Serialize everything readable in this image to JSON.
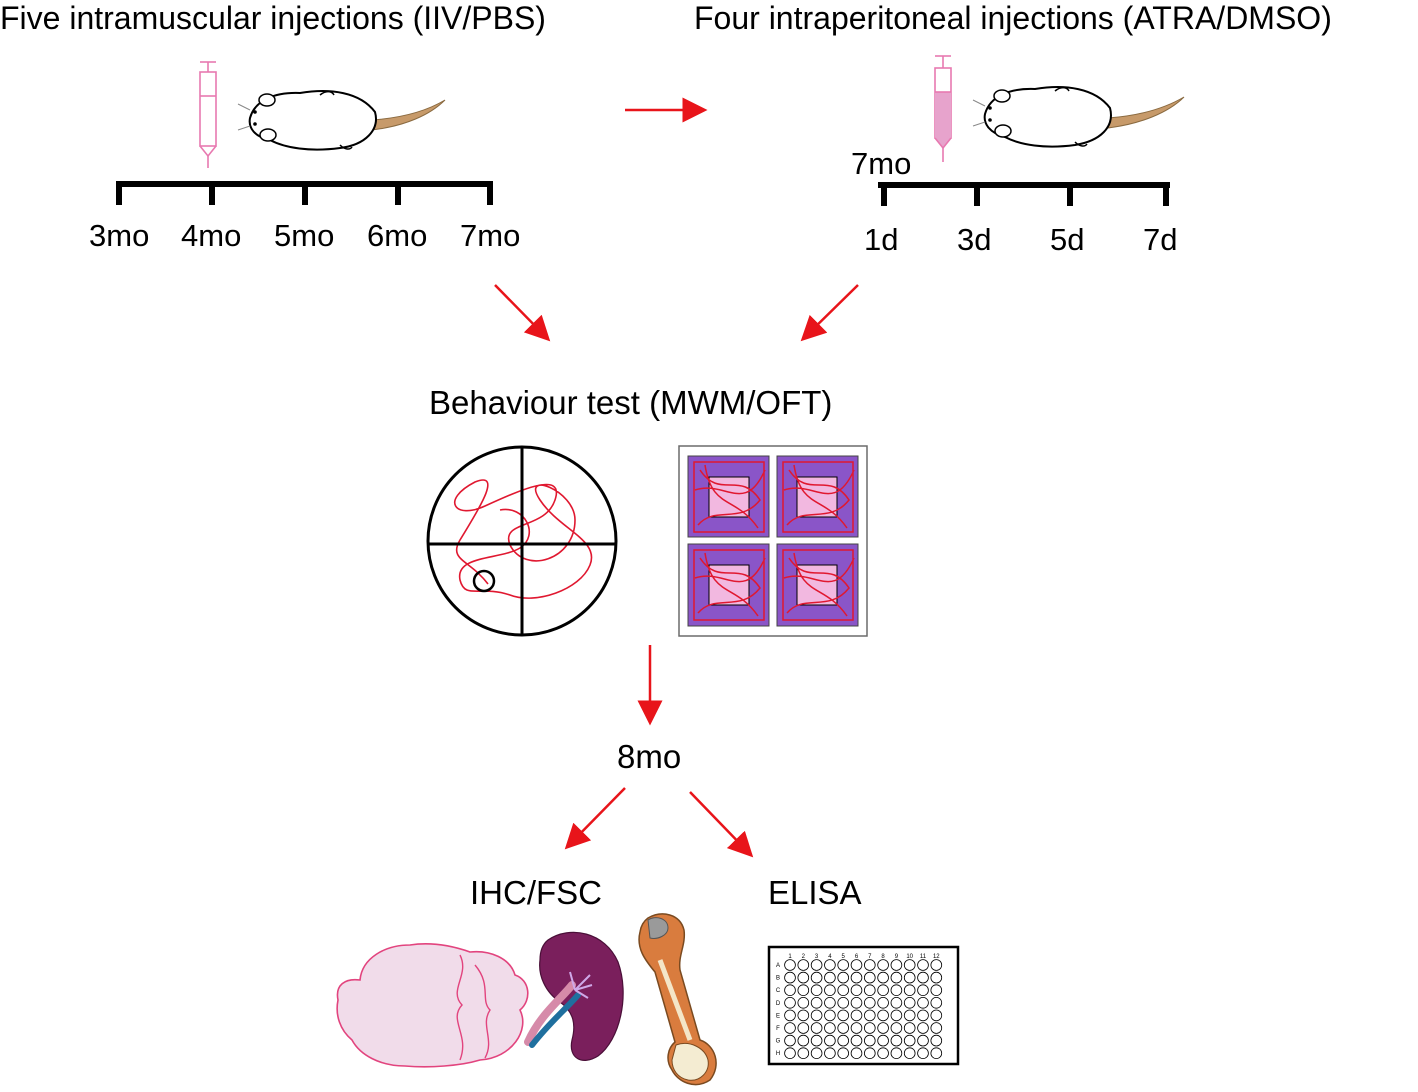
{
  "left_panel": {
    "title": "Five intramuscular injections (IIV/PBS)",
    "ticks": [
      "3mo",
      "4mo",
      "5mo",
      "6mo",
      "7mo"
    ]
  },
  "right_panel": {
    "title": "Four intraperitoneal injections (ATRA/DMSO)",
    "start_label": "7mo",
    "ticks": [
      "1d",
      "3d",
      "5d",
      "7d"
    ]
  },
  "behaviour": {
    "title": "Behaviour test (MWM/OFT)"
  },
  "endpoint": {
    "label": "8mo"
  },
  "analysis": {
    "left_title": "IHC/FSC",
    "right_title": "ELISA"
  },
  "plate": {
    "columns": [
      "1",
      "2",
      "3",
      "4",
      "5",
      "6",
      "7",
      "8",
      "9",
      "10",
      "11",
      "12"
    ],
    "rows": [
      "A",
      "B",
      "C",
      "D",
      "E",
      "F",
      "G",
      "H"
    ]
  },
  "colors": {
    "arrow": "#e8141a",
    "syringe": "#e879b0",
    "tail": "#c79a6a",
    "arena": "#8a55c8",
    "arena_inner": "#f2b8e0",
    "track": "#e01830",
    "brain": "#f1dcea",
    "spleen": "#7a1f5c",
    "bone": "#d97c3e"
  }
}
